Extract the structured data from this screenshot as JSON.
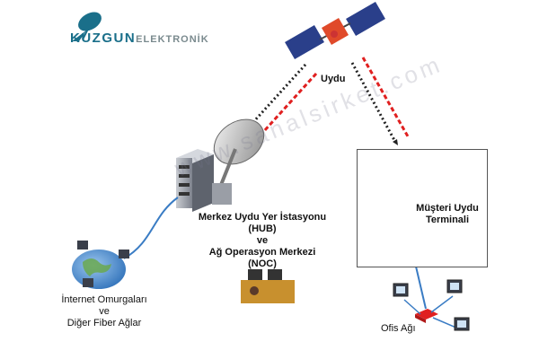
{
  "logo": {
    "part1": "KUZGUN",
    "part2": "ELEKTRONİK"
  },
  "watermark": "www.sanalsirket.com",
  "labels": {
    "satellite": "Uydu",
    "hub": [
      "Merkez Uydu Yer İstasyonu",
      "(HUB)",
      "ve",
      "Ağ Operasyon Merkezi",
      "(NOC)"
    ],
    "customer_terminal": [
      "Müşteri Uydu",
      "Terminali"
    ],
    "internet": [
      "İnternet Omurgaları",
      "ve",
      "Diğer Fiber Ağlar"
    ],
    "office": "Ofis Ağı"
  },
  "colors": {
    "uplink_dash": "#e02020",
    "downlink_arrow": "#222222",
    "cable": "#3a7cc4",
    "satellite_body": "#e04a2a",
    "solar_panel": "#2a3f8a"
  }
}
